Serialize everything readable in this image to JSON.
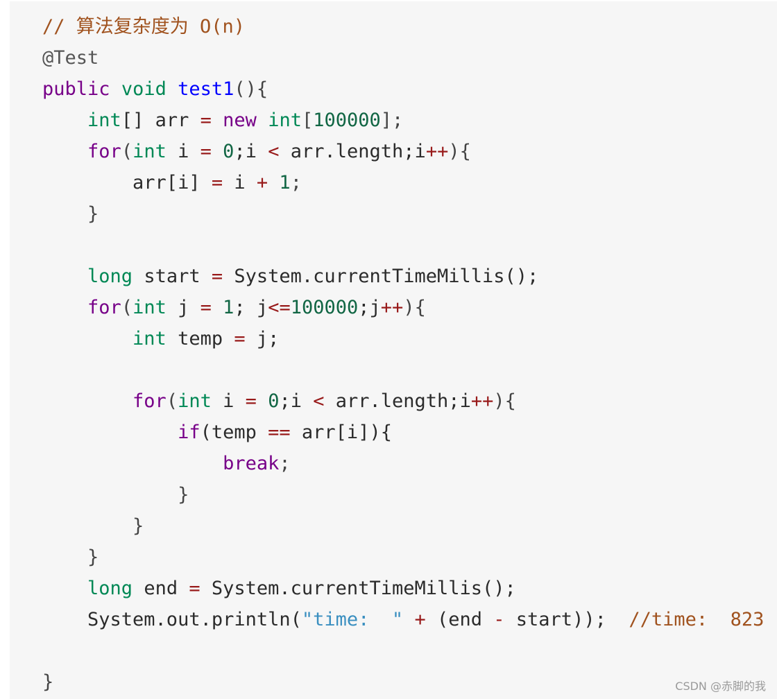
{
  "code": {
    "language": "java",
    "lines": [
      [
        {
          "t": "// 算法复杂度为 O(n)",
          "c": "comment"
        }
      ],
      [
        {
          "t": "@Test",
          "c": "annotation"
        }
      ],
      [
        {
          "t": "public",
          "c": "keyword"
        },
        {
          "t": " ",
          "c": "plain"
        },
        {
          "t": "void",
          "c": "type"
        },
        {
          "t": " ",
          "c": "plain"
        },
        {
          "t": "test1",
          "c": "func"
        },
        {
          "t": "(){",
          "c": "punct"
        }
      ],
      [
        {
          "t": "    ",
          "c": "plain"
        },
        {
          "t": "int",
          "c": "type"
        },
        {
          "t": "[] arr ",
          "c": "plain"
        },
        {
          "t": "=",
          "c": "operator"
        },
        {
          "t": " ",
          "c": "plain"
        },
        {
          "t": "new",
          "c": "keyword"
        },
        {
          "t": " ",
          "c": "plain"
        },
        {
          "t": "int",
          "c": "type"
        },
        {
          "t": "[",
          "c": "punct"
        },
        {
          "t": "100000",
          "c": "number"
        },
        {
          "t": "];",
          "c": "punct"
        }
      ],
      [
        {
          "t": "    ",
          "c": "plain"
        },
        {
          "t": "for",
          "c": "keyword"
        },
        {
          "t": "(",
          "c": "punct"
        },
        {
          "t": "int",
          "c": "type"
        },
        {
          "t": " i ",
          "c": "plain"
        },
        {
          "t": "=",
          "c": "operator"
        },
        {
          "t": " ",
          "c": "plain"
        },
        {
          "t": "0",
          "c": "number"
        },
        {
          "t": ";i ",
          "c": "plain"
        },
        {
          "t": "<",
          "c": "operator"
        },
        {
          "t": " arr.length;i",
          "c": "plain"
        },
        {
          "t": "++",
          "c": "operator"
        },
        {
          "t": "){",
          "c": "punct"
        }
      ],
      [
        {
          "t": "        arr[i] ",
          "c": "plain"
        },
        {
          "t": "=",
          "c": "operator"
        },
        {
          "t": " i ",
          "c": "plain"
        },
        {
          "t": "+",
          "c": "operator"
        },
        {
          "t": " ",
          "c": "plain"
        },
        {
          "t": "1",
          "c": "number"
        },
        {
          "t": ";",
          "c": "punct"
        }
      ],
      [
        {
          "t": "    }",
          "c": "punct"
        }
      ],
      [
        {
          "t": "",
          "c": "plain"
        }
      ],
      [
        {
          "t": "    ",
          "c": "plain"
        },
        {
          "t": "long",
          "c": "type"
        },
        {
          "t": " start ",
          "c": "plain"
        },
        {
          "t": "=",
          "c": "operator"
        },
        {
          "t": " System.currentTimeMillis();",
          "c": "plain"
        }
      ],
      [
        {
          "t": "    ",
          "c": "plain"
        },
        {
          "t": "for",
          "c": "keyword"
        },
        {
          "t": "(",
          "c": "punct"
        },
        {
          "t": "int",
          "c": "type"
        },
        {
          "t": " j ",
          "c": "plain"
        },
        {
          "t": "=",
          "c": "operator"
        },
        {
          "t": " ",
          "c": "plain"
        },
        {
          "t": "1",
          "c": "number"
        },
        {
          "t": "; j",
          "c": "plain"
        },
        {
          "t": "<=",
          "c": "operator"
        },
        {
          "t": "100000",
          "c": "number"
        },
        {
          "t": ";j",
          "c": "plain"
        },
        {
          "t": "++",
          "c": "operator"
        },
        {
          "t": "){",
          "c": "punct"
        }
      ],
      [
        {
          "t": "        ",
          "c": "plain"
        },
        {
          "t": "int",
          "c": "type"
        },
        {
          "t": " temp ",
          "c": "plain"
        },
        {
          "t": "=",
          "c": "operator"
        },
        {
          "t": " j;",
          "c": "plain"
        }
      ],
      [
        {
          "t": "",
          "c": "plain"
        }
      ],
      [
        {
          "t": "        ",
          "c": "plain"
        },
        {
          "t": "for",
          "c": "keyword"
        },
        {
          "t": "(",
          "c": "punct"
        },
        {
          "t": "int",
          "c": "type"
        },
        {
          "t": " i ",
          "c": "plain"
        },
        {
          "t": "=",
          "c": "operator"
        },
        {
          "t": " ",
          "c": "plain"
        },
        {
          "t": "0",
          "c": "number"
        },
        {
          "t": ";i ",
          "c": "plain"
        },
        {
          "t": "<",
          "c": "operator"
        },
        {
          "t": " arr.length;i",
          "c": "plain"
        },
        {
          "t": "++",
          "c": "operator"
        },
        {
          "t": "){",
          "c": "punct"
        }
      ],
      [
        {
          "t": "            ",
          "c": "plain"
        },
        {
          "t": "if",
          "c": "keyword"
        },
        {
          "t": "(temp ",
          "c": "plain"
        },
        {
          "t": "==",
          "c": "operator"
        },
        {
          "t": " arr[i]){",
          "c": "plain"
        }
      ],
      [
        {
          "t": "                ",
          "c": "plain"
        },
        {
          "t": "break",
          "c": "keyword"
        },
        {
          "t": ";",
          "c": "punct"
        }
      ],
      [
        {
          "t": "            }",
          "c": "punct"
        }
      ],
      [
        {
          "t": "        }",
          "c": "punct"
        }
      ],
      [
        {
          "t": "    }",
          "c": "punct"
        }
      ],
      [
        {
          "t": "    ",
          "c": "plain"
        },
        {
          "t": "long",
          "c": "type"
        },
        {
          "t": " end ",
          "c": "plain"
        },
        {
          "t": "=",
          "c": "operator"
        },
        {
          "t": " System.currentTimeMillis();",
          "c": "plain"
        }
      ],
      [
        {
          "t": "    System.out.println(",
          "c": "plain"
        },
        {
          "t": "\"time:  \"",
          "c": "string"
        },
        {
          "t": " ",
          "c": "plain"
        },
        {
          "t": "+",
          "c": "operator"
        },
        {
          "t": " (end ",
          "c": "plain"
        },
        {
          "t": "-",
          "c": "operator"
        },
        {
          "t": " start));  ",
          "c": "plain"
        },
        {
          "t": "//time:  823",
          "c": "comment"
        }
      ],
      [
        {
          "t": "",
          "c": "plain"
        }
      ],
      [
        {
          "t": "}",
          "c": "punct"
        }
      ]
    ]
  },
  "watermark": {
    "text": "CSDN @赤脚的我"
  }
}
